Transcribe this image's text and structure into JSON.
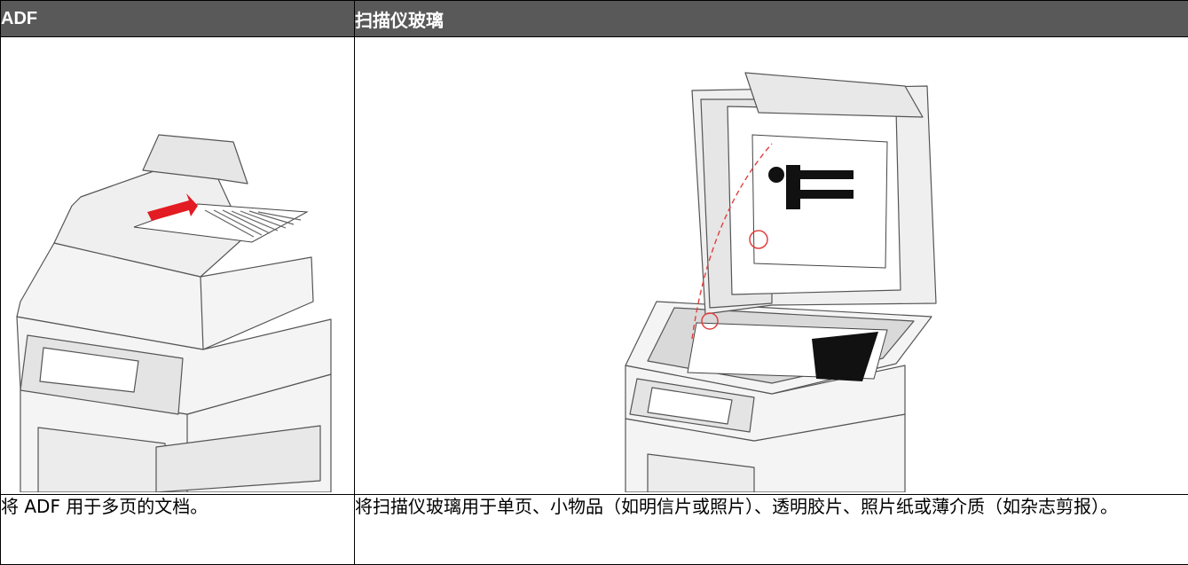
{
  "table": {
    "headers": {
      "adf": "ADF",
      "glass": "扫描仪玻璃"
    },
    "descriptions": {
      "adf": "将 ADF 用于多页的文档。",
      "glass": "将扫描仪玻璃用于单页、小物品（如明信片或照片）、透明胶片、照片纸或薄介质（如杂志剪报）。"
    }
  },
  "colors": {
    "header_bg": "#595959",
    "header_text": "#ffffff",
    "arrow_red": "#e31b23",
    "alignment_marker": "#e04040"
  },
  "illustrations": {
    "adf": "printer-with-adf-loading-icon",
    "glass": "printer-with-open-scanner-lid-icon"
  }
}
